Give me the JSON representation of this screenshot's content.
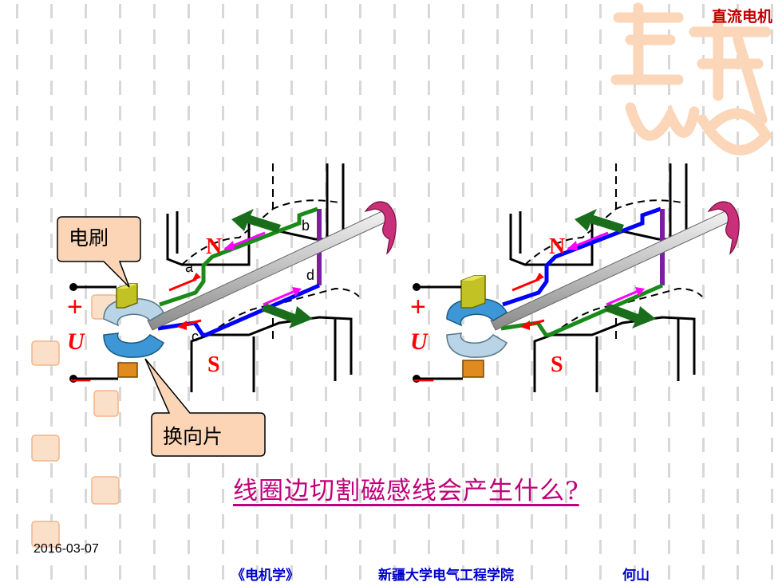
{
  "header": {
    "title": "直流电机"
  },
  "question": "线圈边切割磁感线会产生什么?",
  "footer": {
    "book": "《电机学》",
    "school": "新疆大学电气工程学院",
    "author": "何山",
    "date": "2016-03-07"
  },
  "callouts": {
    "brush": "电刷",
    "commutator": "换向片"
  },
  "diagram_left": {
    "north": "N",
    "south": "S",
    "voltage": "U",
    "plus": "+",
    "minus": "－",
    "coil_a": "a",
    "coil_b": "b",
    "coil_c": "c",
    "coil_d": "d"
  },
  "diagram_right": {
    "north": "N",
    "south": "S",
    "voltage": "U",
    "plus": "+",
    "minus": "－"
  },
  "colors": {
    "pole_label": "#ff0000",
    "question": "#c0007a",
    "footer": "#0000cc",
    "callout_fill": "#fbd5b5",
    "title": "#c00000"
  }
}
